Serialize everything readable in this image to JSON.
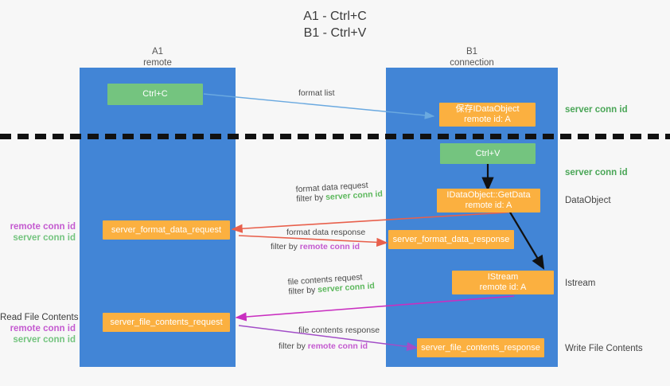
{
  "title": {
    "line1": "A1 - Ctrl+C",
    "line2": "B1 - Ctrl+V"
  },
  "columns": [
    {
      "name": "A1",
      "role": "remote"
    },
    {
      "name": "B1",
      "role": "connection"
    }
  ],
  "boxes": {
    "ctrl_c": {
      "label": "Ctrl+C"
    },
    "save_dataobject": {
      "line1": "保存IDataObject",
      "line2": "remote id: A"
    },
    "ctrl_v": {
      "label": "Ctrl+V"
    },
    "getdata": {
      "line1": "IDataObject::GetData",
      "line2": "remote id: A"
    },
    "server_format_data_request": {
      "label": "server_format_data_request"
    },
    "server_format_data_response": {
      "label": "server_format_data_response"
    },
    "istream": {
      "line1": "IStream",
      "line2": "remote id: A"
    },
    "server_file_contents_request": {
      "label": "server_file_contents_request"
    },
    "server_file_contents_response": {
      "label": "server_file_contents_response"
    }
  },
  "right_labels": {
    "server_conn_id_1": "server conn id",
    "server_conn_id_2": "server conn id",
    "dataobject": "DataObject",
    "istream": "Istream",
    "write_file_contents": "Write File Contents"
  },
  "left_notes": {
    "note1": {
      "remote": "remote conn id",
      "server": "server conn id"
    },
    "note2": {
      "title": "Read File Contents",
      "remote": "remote conn id",
      "server": "server conn id"
    }
  },
  "edges": {
    "format_list": {
      "line1": "format list"
    },
    "format_data_request": {
      "line1": "format data request",
      "prefix": "filter by ",
      "highlight": "server conn id"
    },
    "format_data_response": {
      "line1": "format data response",
      "prefix": "filter by ",
      "highlight": "remote conn id"
    },
    "file_contents_request": {
      "line1": "file contents request",
      "prefix": "filter by ",
      "highlight": "server conn id"
    },
    "file_contents_response": {
      "line1": "file contents response",
      "prefix": "filter by ",
      "highlight": "remote conn id"
    }
  },
  "colors": {
    "lane": "#4285d6",
    "green_box": "#74c47f",
    "orange_box": "#fbb040",
    "arrow_blue": "#6aa9e0",
    "arrow_red": "#e8604c",
    "arrow_magenta": "#c92fc0",
    "arrow_purple": "#a24dc7",
    "arrow_black": "#111111",
    "green_text": "#4aa657",
    "magenta_text": "#c45ad0"
  }
}
